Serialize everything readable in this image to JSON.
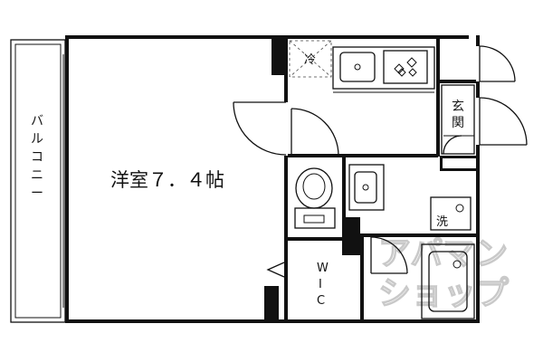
{
  "rooms": {
    "western_room": "洋室７．４帖",
    "balcony": "バルコニー",
    "entrance": "玄関",
    "fridge": "冷",
    "washer": "洗",
    "wic_letters": [
      "W",
      "I",
      "C"
    ]
  },
  "watermark": {
    "line1": "アパマン",
    "line2": "ショップ"
  },
  "colors": {
    "wall": "#111111",
    "line": "#111111",
    "background": "#ffffff",
    "watermark": "#c9c9c9"
  }
}
